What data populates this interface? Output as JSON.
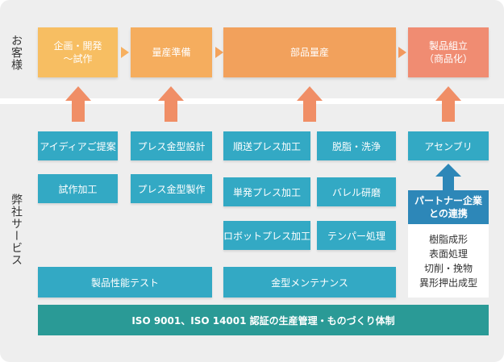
{
  "labels": {
    "customer": "お客様",
    "our_services": "弊社サービス"
  },
  "stages": [
    {
      "line1": "企画・開発",
      "line2": "〜試作"
    },
    {
      "line1": "量産準備",
      "line2": ""
    },
    {
      "line1": "部品量産",
      "line2": ""
    },
    {
      "line1": "製品組立",
      "line2": "（商品化）"
    }
  ],
  "services": {
    "idea_proposal": "アイディアご提案",
    "prototype_processing": "試作加工",
    "press_die_design": "プレス金型設計",
    "press_die_manufacturing": "プレス金型製作",
    "progressive_press": "順送プレス加工",
    "single_press": "単発プレス加工",
    "robot_press": "ロボットプレス加工",
    "degreasing_washing": "脱脂・洗浄",
    "barrel_polishing": "バレル研磨",
    "tempering": "テンパー処理",
    "assembly": "アセンブリ",
    "product_testing": "製品性能テスト",
    "die_maintenance": "金型メンテナンス"
  },
  "partner": {
    "title_line1": "パートナー企業",
    "title_line2": "との連携",
    "items": [
      "樹脂成形",
      "表面処理",
      "切削・挽物",
      "異形押出成型"
    ]
  },
  "iso": "ISO 9001、ISO 14001 認証の生産管理・ものづくり体制",
  "colors": {
    "stage_gradient": [
      "#f7be62",
      "#f29b5a",
      "#f08c72"
    ],
    "arrow": "#f08e66",
    "service": "#33a9c4",
    "partner_header": "#2d87b8",
    "partner_arrow": "#2d87b8",
    "iso_bar": "#2a9a96",
    "panel": "#eeeeee"
  }
}
